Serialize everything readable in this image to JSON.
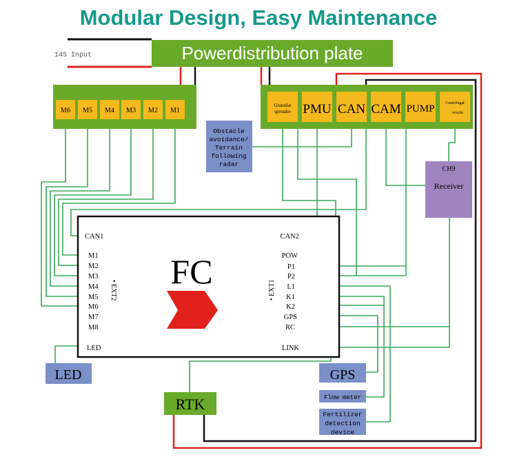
{
  "title": "Modular Design, Easy Maintenance",
  "colors": {
    "title": "#16998a",
    "board": "#6aaa2a",
    "module": "#f4b91d",
    "peripheral": "#7b8fc8",
    "receiver": "#a084c0",
    "wire": "#3aa85a",
    "power_pos": "#e02020",
    "power_neg": "#111111",
    "arrow": "#e2211c"
  },
  "input_label": "14S Input",
  "power_plate": "Powerdistribution plate",
  "motor_board": {
    "ports": [
      "M6",
      "M5",
      "M4",
      "M3",
      "M2",
      "M1"
    ]
  },
  "accessory_board": {
    "ports": [
      "Granular spreader",
      "PMU",
      "CAN",
      "CAM",
      "PUMP",
      "Centrifugal nozzle"
    ]
  },
  "obstacle": "Obstacle avoidance/ Terrain following radar",
  "receiver": {
    "channel": "CH9",
    "label": "Receiver"
  },
  "fc": {
    "label": "FC",
    "left_ports": [
      "CAN1",
      "M1",
      "M2",
      "M3",
      "M4",
      "M5",
      "M6",
      "M7",
      "M8",
      "LED"
    ],
    "right_ports": [
      "CAN2",
      "POW",
      "P1",
      "P2",
      "L1",
      "K1",
      "K2",
      "GPS",
      "RC",
      "LINK"
    ],
    "ext2": "• EXT2",
    "ext1": "• EXT1"
  },
  "peripherals": {
    "led": "LED",
    "rtk": "RTK",
    "gps": "GPS",
    "flow": "Flow meter",
    "fert": [
      "Fertilizer",
      "detection",
      "device"
    ]
  }
}
